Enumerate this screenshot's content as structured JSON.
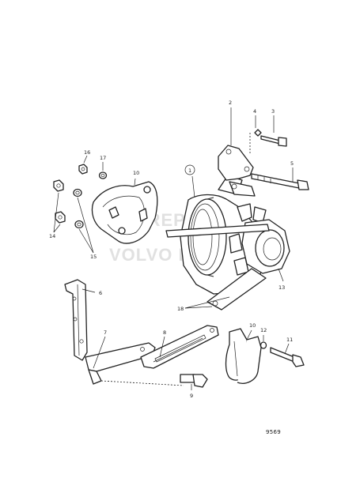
{
  "figure_number": "9569",
  "watermark": {
    "line1": "SPAREPARTS",
    "line2": "VOLVO PENTA"
  },
  "callouts": {
    "c1": "1",
    "c2": "2",
    "c3": "3",
    "c4": "4",
    "c5": "5",
    "c6": "6",
    "c7": "7",
    "c8": "8",
    "c9": "9",
    "c10a": "10",
    "c10b": "10",
    "c11": "11",
    "c12": "12",
    "c13": "13",
    "c14": "14",
    "c15": "15",
    "c16": "16",
    "c17": "17",
    "c18": "18"
  }
}
